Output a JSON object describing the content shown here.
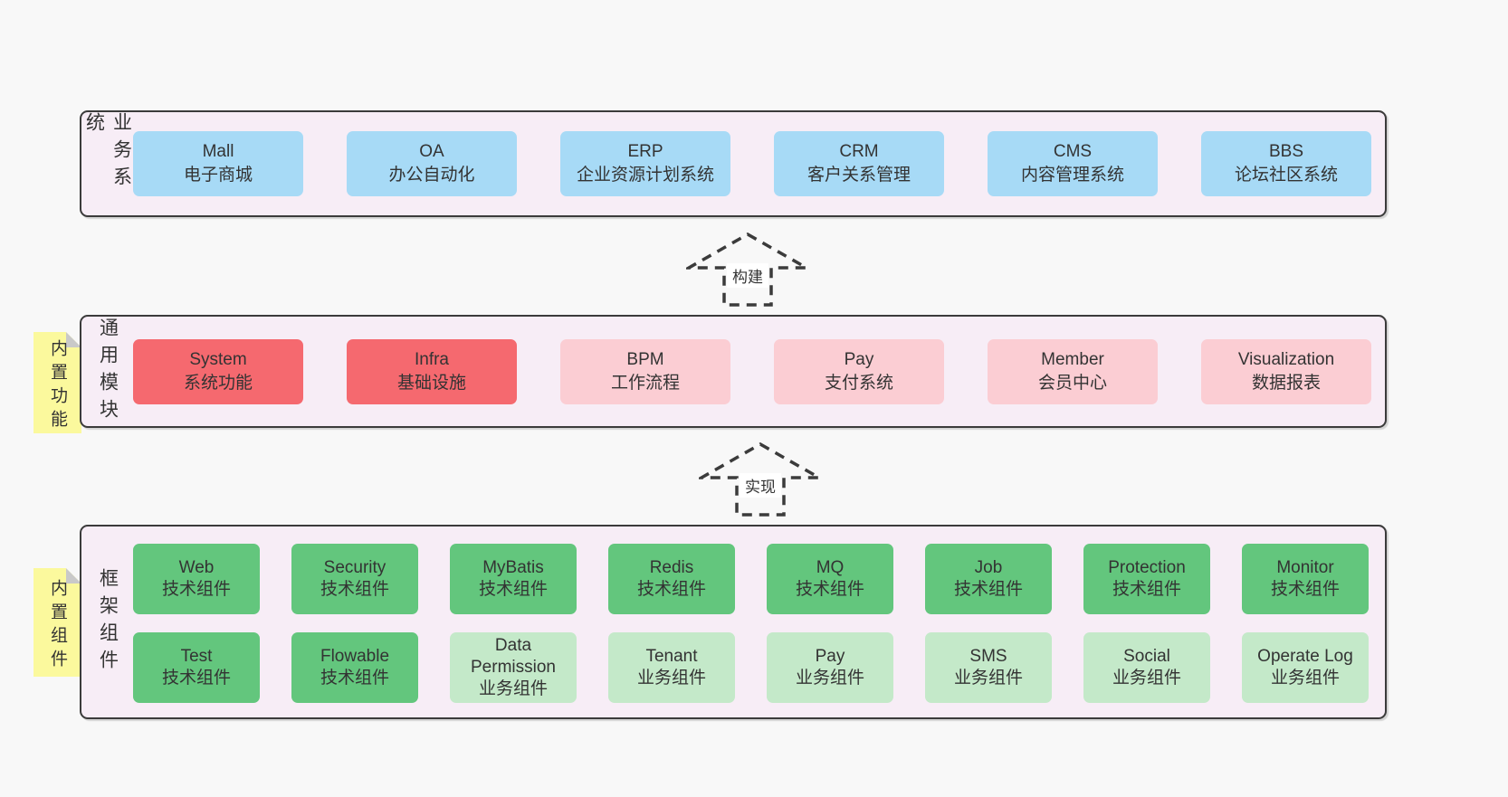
{
  "palette": {
    "background": "#f8f8f8",
    "panel_fill": "#f7edf6",
    "panel_border": "#3b3b3b",
    "business_box_blue": "#a7daf6",
    "module_box_red": "#f5696f",
    "module_box_pink": "#fbcdd3",
    "component_box_green": "#63c67d",
    "component_box_light_green": "#c4e9c9",
    "sticky_tab_yellow": "#fbf99d",
    "sticky_tab_fold_gray": "#c9c9c9",
    "text": "#333333"
  },
  "layers": {
    "business": {
      "label": "业务系统",
      "boxes": [
        {
          "name": "Mall",
          "desc": "电子商城"
        },
        {
          "name": "OA",
          "desc": "办公自动化"
        },
        {
          "name": "ERP",
          "desc": "企业资源计划系统"
        },
        {
          "name": "CRM",
          "desc": "客户关系管理"
        },
        {
          "name": "CMS",
          "desc": "内容管理系统"
        },
        {
          "name": "BBS",
          "desc": "论坛社区系统"
        }
      ]
    },
    "modules": {
      "label": "通用模块",
      "tab": "内置功能",
      "boxes": [
        {
          "name": "System",
          "desc": "系统功能"
        },
        {
          "name": "Infra",
          "desc": "基础设施"
        },
        {
          "name": "BPM",
          "desc": "工作流程"
        },
        {
          "name": "Pay",
          "desc": "支付系统"
        },
        {
          "name": "Member",
          "desc": "会员中心"
        },
        {
          "name": "Visualization",
          "desc": "数据报表"
        }
      ]
    },
    "components": {
      "label": "框架组件",
      "tab": "内置组件",
      "row1": [
        {
          "name": "Web",
          "desc": "技术组件"
        },
        {
          "name": "Security",
          "desc": "技术组件"
        },
        {
          "name": "MyBatis",
          "desc": "技术组件"
        },
        {
          "name": "Redis",
          "desc": "技术组件"
        },
        {
          "name": "MQ",
          "desc": "技术组件"
        },
        {
          "name": "Job",
          "desc": "技术组件"
        },
        {
          "name": "Protection",
          "desc": "技术组件"
        },
        {
          "name": "Monitor",
          "desc": "技术组件"
        }
      ],
      "row2": [
        {
          "name": "Test",
          "desc": "技术组件"
        },
        {
          "name": "Flowable",
          "desc": "技术组件"
        },
        {
          "name": "Data Permission",
          "desc": "业务组件"
        },
        {
          "name": "Tenant",
          "desc": "业务组件"
        },
        {
          "name": "Pay",
          "desc": "业务组件"
        },
        {
          "name": "SMS",
          "desc": "业务组件"
        },
        {
          "name": "Social",
          "desc": "业务组件"
        },
        {
          "name": "Operate Log",
          "desc": "业务组件"
        }
      ]
    }
  },
  "arrows": {
    "build": {
      "label": "构建"
    },
    "implement": {
      "label": "实现"
    }
  }
}
